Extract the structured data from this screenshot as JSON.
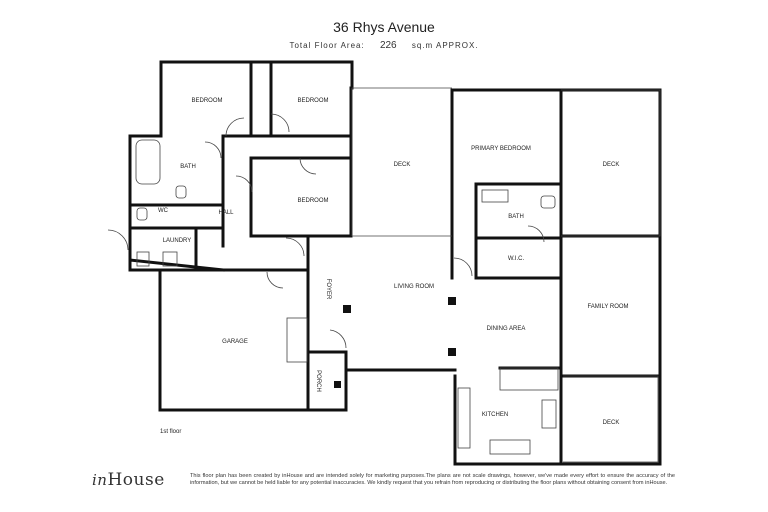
{
  "header": {
    "title": "36 Rhys Avenue",
    "area_label": "Total Floor Area:",
    "area_value": "226",
    "area_unit": "sq.m APPROX."
  },
  "rooms": {
    "bedroom_1": "BEDROOM",
    "bedroom_2": "BEDROOM",
    "bedroom_3": "BEDROOM",
    "bath_1": "BATH",
    "wc": "WC",
    "hall": "HALL",
    "laundry": "LAUNDRY",
    "deck_1": "DECK",
    "primary_bedroom": "PRIMARY BEDROOM",
    "deck_2": "DECK",
    "bath_2": "BATH",
    "wic": "W.I.C.",
    "foyer": "FOYER",
    "living_room": "LIVING ROOM",
    "family_room": "FAMILY ROOM",
    "garage": "GARAGE",
    "dining_area": "DINING AREA",
    "porch": "PORCH",
    "kitchen": "KITCHEN",
    "deck_3": "DECK"
  },
  "floor_label": "1st floor",
  "footer": {
    "logo_script": "in",
    "logo_word": "House",
    "disclaimer": "This floor plan has been created by inHouse and are intended solely for marketing purposes.The plans are not scale drawings, however, we've made every effort to ensure the accuracy of the information, but we cannot be held liable for any potential inaccuracies. We kindly request that you refrain from reproducing or distributing the floor plans without obtaining consent from inHouse."
  }
}
